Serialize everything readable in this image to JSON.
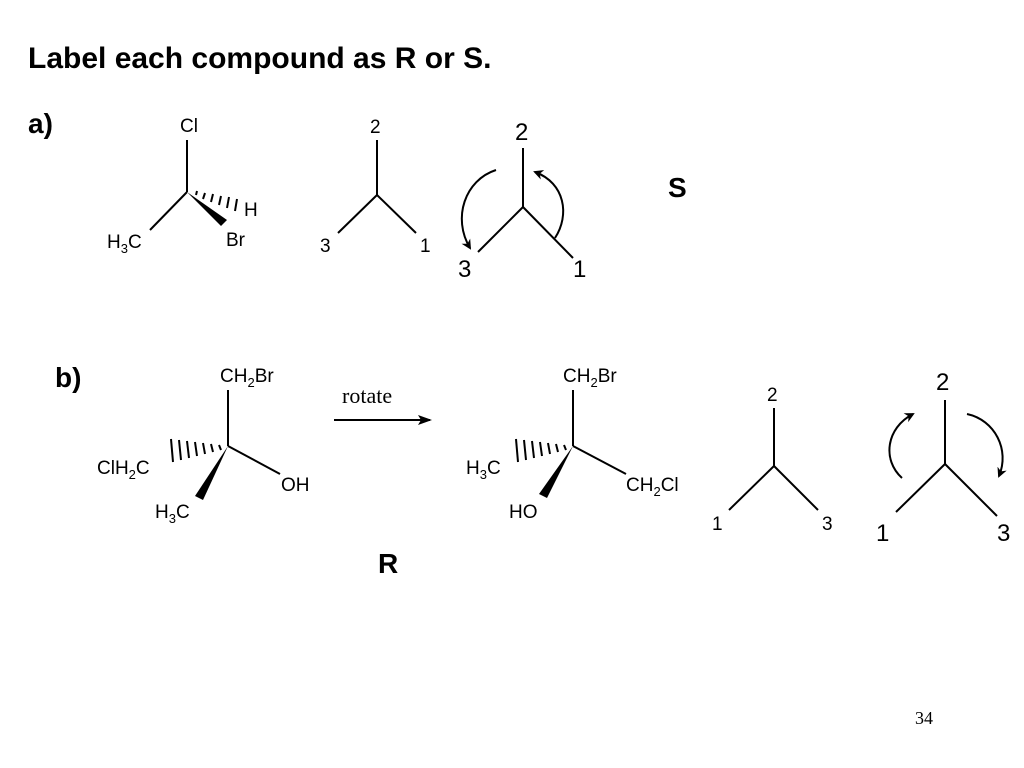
{
  "title": "Label each compound as R or S.",
  "part_a": {
    "label": "a)",
    "molecule": {
      "top": "Cl",
      "hash": "H",
      "wedge": "Br",
      "left_main": "H",
      "left_sub": "3",
      "left_end": "C"
    },
    "priority_plain": {
      "top": "2",
      "left": "3",
      "right": "1"
    },
    "priority_arrows": {
      "top": "2",
      "left": "3",
      "right": "1"
    },
    "answer": "S"
  },
  "part_b": {
    "label": "b)",
    "molecule1": {
      "top_main": "CH",
      "top_sub": "2",
      "top_end": "Br",
      "left_main": "ClH",
      "left_sub": "2",
      "left_end": "C",
      "right": "OH",
      "bottom_main": "H",
      "bottom_sub": "3",
      "bottom_end": "C"
    },
    "arrow_label": "rotate",
    "molecule2": {
      "top_main": "CH",
      "top_sub": "2",
      "top_end": "Br",
      "left_main": "H",
      "left_sub": "3",
      "left_end": "C",
      "right_main": "CH",
      "right_sub": "2",
      "right_end": "Cl",
      "bottom": "HO"
    },
    "priority_plain": {
      "top": "2",
      "left": "1",
      "right": "3"
    },
    "priority_arrows": {
      "top": "2",
      "left": "1",
      "right": "3"
    },
    "answer": "R"
  },
  "page_number": "34",
  "colors": {
    "ink": "#000000",
    "background": "#ffffff"
  }
}
